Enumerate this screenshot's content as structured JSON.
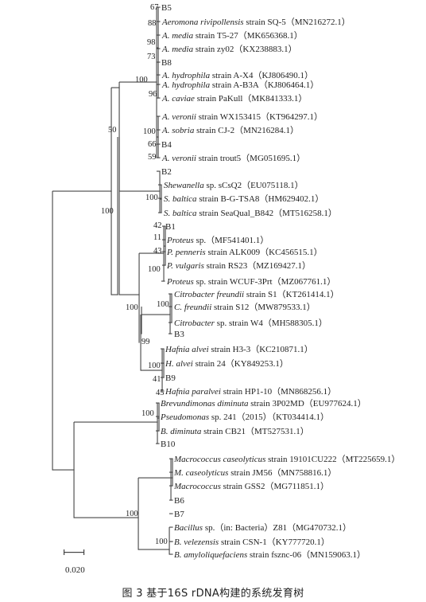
{
  "tree": {
    "taxa": [
      [
        {
          "t": "B5"
        }
      ],
      [
        {
          "t": "Aeromona rivipollensis",
          "i": 1
        },
        {
          "t": " strain SQ-5（MN216272.1）"
        }
      ],
      [
        {
          "t": "A. media",
          "i": 1
        },
        {
          "t": " strain T5-27（MK656368.1）"
        }
      ],
      [
        {
          "t": "A. media",
          "i": 1
        },
        {
          "t": " strain zy02（KX238883.1）"
        }
      ],
      [
        {
          "t": "B8"
        }
      ],
      [
        {
          "t": "A. hydrophila",
          "i": 1
        },
        {
          "t": " strain A-X4（KJ806490.1）"
        }
      ],
      [
        {
          "t": "A. hydrophila",
          "i": 1
        },
        {
          "t": " strain A-B3A（KJ806464.1）"
        }
      ],
      [
        {
          "t": "A. caviae",
          "i": 1
        },
        {
          "t": " strain PaKull（MK841333.1）"
        }
      ],
      [
        {
          "t": "A. veronii",
          "i": 1
        },
        {
          "t": " strain WX153415（KT964297.1）"
        }
      ],
      [
        {
          "t": "A. sobria",
          "i": 1
        },
        {
          "t": " strain CJ-2（MN216284.1）"
        }
      ],
      [
        {
          "t": "B4"
        }
      ],
      [
        {
          "t": "A. veronii",
          "i": 1
        },
        {
          "t": " strain trout5（MG051695.1）"
        }
      ],
      [
        {
          "t": "B2"
        }
      ],
      [
        {
          "t": "Shewanella",
          "i": 1
        },
        {
          "t": " sp. sCsQ2（EU075118.1）"
        }
      ],
      [
        {
          "t": "S. baltica",
          "i": 1
        },
        {
          "t": " strain B-G-TSA8（HM629402.1）"
        }
      ],
      [
        {
          "t": "S. baltica",
          "i": 1
        },
        {
          "t": " strain SeaQual_B842（MT516258.1）"
        }
      ],
      [
        {
          "t": "B1"
        }
      ],
      [
        {
          "t": "Proteus",
          "i": 1
        },
        {
          "t": " sp.（MF541401.1）"
        }
      ],
      [
        {
          "t": "P. penneris",
          "i": 1
        },
        {
          "t": " strain ALK009（KC456515.1）"
        }
      ],
      [
        {
          "t": "P. vulgaris",
          "i": 1
        },
        {
          "t": " strain RS23（MZ169427.1）"
        }
      ],
      [
        {
          "t": "Proteus",
          "i": 1
        },
        {
          "t": " sp. strain WCUF-3Prt（MZ067761.1）"
        }
      ],
      [
        {
          "t": "Citrobacter freundii",
          "i": 1
        },
        {
          "t": " strain S1（KT261414.1）"
        }
      ],
      [
        {
          "t": "C. freundii",
          "i": 1
        },
        {
          "t": " strain S12（MW879533.1）"
        }
      ],
      [
        {
          "t": "Citrobacter",
          "i": 1
        },
        {
          "t": " sp. strain W4（MH588305.1）"
        }
      ],
      [
        {
          "t": "B3"
        }
      ],
      [
        {
          "t": "Hafnia alvei",
          "i": 1
        },
        {
          "t": " strain H3-3（KC210871.1）"
        }
      ],
      [
        {
          "t": "H. alvei",
          "i": 1
        },
        {
          "t": " strain 24（KY849253.1）"
        }
      ],
      [
        {
          "t": "B9"
        }
      ],
      [
        {
          "t": "Hafnia paralvei",
          "i": 1
        },
        {
          "t": " strain HP1-10（MN868256.1）"
        }
      ],
      [
        {
          "t": "Brevundimonas diminuta",
          "i": 1
        },
        {
          "t": " strain 3P02MD（EU977624.1）"
        }
      ],
      [
        {
          "t": "Pseudomonas",
          "i": 1
        },
        {
          "t": " sp. 241（2015）（KT034414.1）"
        }
      ],
      [
        {
          "t": "B. diminuta",
          "i": 1
        },
        {
          "t": " strain CB21（MT527531.1）"
        }
      ],
      [
        {
          "t": "B10"
        }
      ],
      [
        {
          "t": "Macrococcus caseolyticus",
          "i": 1
        },
        {
          "t": " strain 19101CU222（MT225659.1）"
        }
      ],
      [
        {
          "t": "M. caseolyticus",
          "i": 1
        },
        {
          "t": " strain JM56（MN758816.1）"
        }
      ],
      [
        {
          "t": "Macrococcus",
          "i": 1
        },
        {
          "t": " strain GSS2（MG711851.1）"
        }
      ],
      [
        {
          "t": "B6"
        }
      ],
      [
        {
          "t": "B7"
        }
      ],
      [
        {
          "t": "Bacillus",
          "i": 1
        },
        {
          "t": " sp.（in: Bacteria）Z81（MG470732.1）"
        }
      ],
      [
        {
          "t": "B. velezensis",
          "i": 1
        },
        {
          "t": " strain CSN-1（KY777720.1）"
        }
      ],
      [
        {
          "t": "B. amyloliquefaciens",
          "i": 1
        },
        {
          "t": " strain fsznc-06（MN159063.1）"
        }
      ]
    ],
    "bootstrap": [
      "67",
      "88",
      "98",
      "73",
      "100",
      "96",
      "100",
      "66",
      "59",
      "50",
      "100",
      "100",
      "42",
      "11",
      "43",
      "100",
      "100",
      "100",
      "99",
      "100",
      "41",
      "45",
      "100",
      "100",
      "100"
    ],
    "scale_label": "0.020"
  },
  "caption": "图 3 基于16S rDNA构建的系统发育树"
}
